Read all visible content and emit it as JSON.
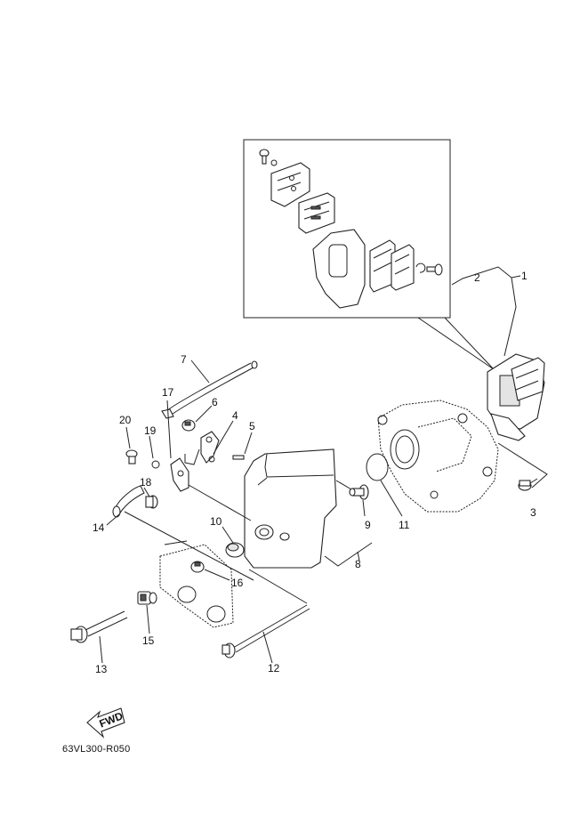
{
  "callouts": {
    "c1": "1",
    "c2": "2",
    "c3": "3",
    "c4": "4",
    "c5": "5",
    "c6": "6",
    "c7": "7",
    "c8": "8",
    "c9": "9",
    "c10": "10",
    "c11": "11",
    "c12": "12",
    "c13": "13",
    "c14": "14",
    "c15": "15",
    "c16": "16",
    "c17": "17",
    "c18": "18",
    "c19": "19",
    "c20": "20"
  },
  "fwd_label": "FWD",
  "diagram_code": "63VL300-R050"
}
